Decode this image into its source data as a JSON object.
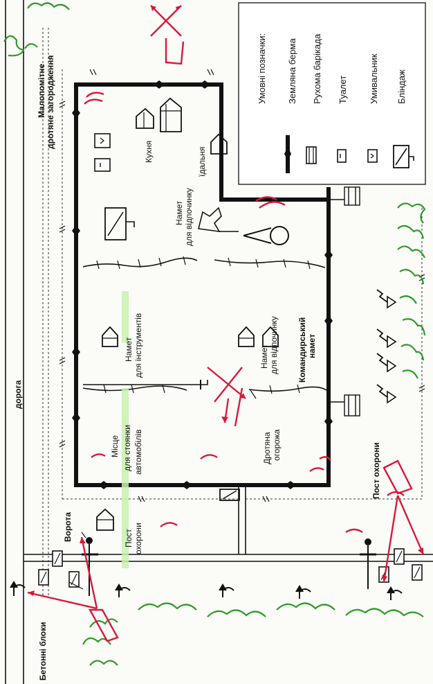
{
  "legend": {
    "title": "Умовні позначки:",
    "items": [
      {
        "label": "Земляна берма",
        "icon": "earth-berm-icon"
      },
      {
        "label": "Рухома барікада",
        "icon": "barricade-icon"
      },
      {
        "label": "Туалет",
        "icon": "toilet-icon"
      },
      {
        "label": "Умивальник",
        "icon": "washbasin-icon"
      },
      {
        "label": "Бліндаж",
        "icon": "dugout-icon"
      }
    ]
  },
  "labels": {
    "road": "дорога",
    "wire_fence_line1": "Малопомітне",
    "wire_fence_line2": "дротяне загородження",
    "kitchen": "Кухня",
    "dining": "їдальня",
    "rest_tent_top_line1": "Намет",
    "rest_tent_top_line2": "для відпочинку",
    "tools_tent_line1": "Намет",
    "tools_tent_line2": "для інструментів",
    "rest_tent_mid_line1": "Намет",
    "rest_tent_mid_line2": "для відпочинку",
    "command_tent_line1": "Командирський",
    "command_tent_line2": "намет",
    "parking_line1": "Місце",
    "parking_line2": "для стоянки",
    "parking_line3": "автомобілів",
    "wire_barrier_line1": "Дротяна",
    "wire_barrier_line2": "огорожа",
    "gate": "Ворота",
    "guard_post_left_line1": "Пост",
    "guard_post_left_line2": "охорони",
    "guard_post_right": "Пост охорони",
    "concrete_blocks": "Бетонні блоки"
  },
  "colors": {
    "fortification": "#111111",
    "fire_sector": "#d8193a",
    "vegetation": "#2f9a2a",
    "highlight": "#c8f0b0"
  }
}
